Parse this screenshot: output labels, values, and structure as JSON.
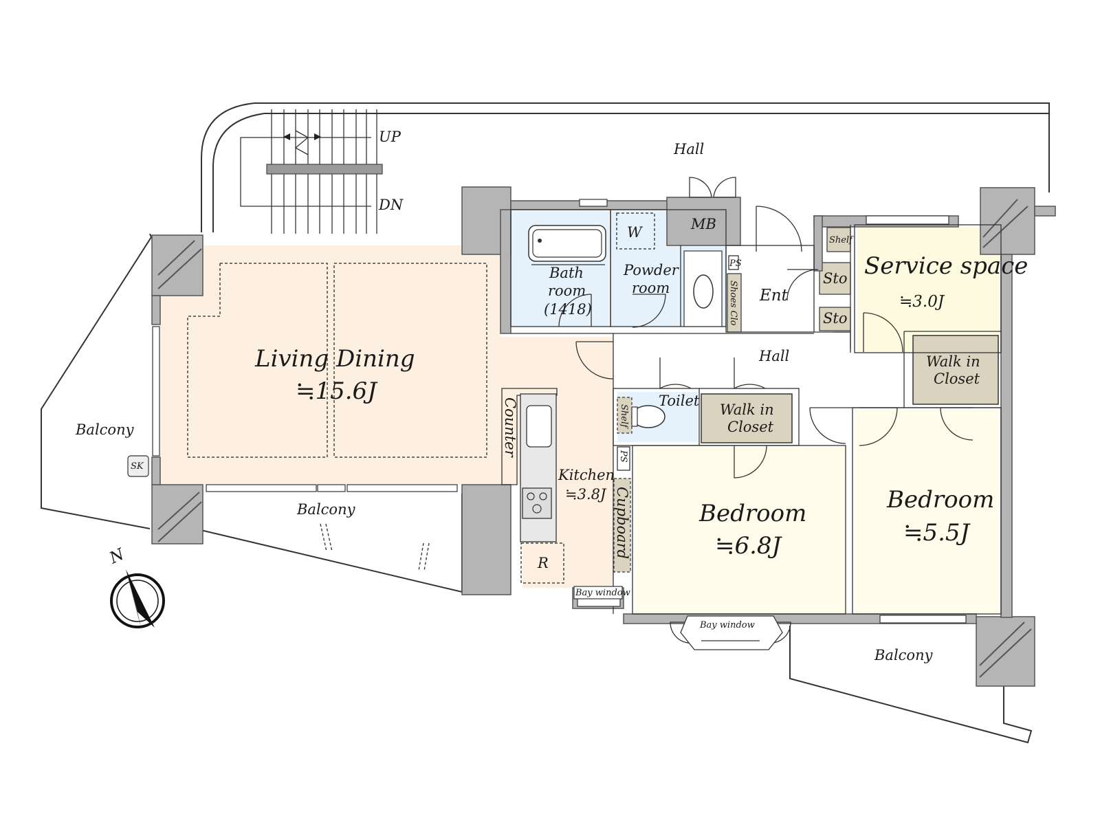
{
  "labels": {
    "up": "UP",
    "dn": "DN",
    "hall_top": "Hall",
    "mb": "MB",
    "w": "W",
    "ps_top": "PS",
    "bath_line1": "Bath",
    "bath_line2": "room",
    "bath_line3": "(1418)",
    "powder_line1": "Powder",
    "powder_line2": "room",
    "shoes": "Shoes Clo",
    "ent": "Ent",
    "shelf": "Shelf",
    "sto_1": "Sto",
    "sto_2": "Sto",
    "service_name": "Service space",
    "service_area": "≒3.0J",
    "living_name": "Living Dining",
    "living_area": "≒15.6J",
    "hall_mid": "Hall",
    "wic_right_line1": "Walk in",
    "wic_right_line2": "Closet",
    "toilet": "Toilet",
    "wic_mid_line1": "Walk in",
    "wic_mid_line2": "Closet",
    "counter": "Counter",
    "shelf_toilet": "Shelf",
    "ps_mid": "PS",
    "kitchen_name": "Kitchen",
    "kitchen_area": "≒3.8J",
    "cupboard": "Cupboard",
    "r": "R",
    "bay_window_kitchen": "Bay window",
    "bedroom1_name": "Bedroom",
    "bedroom1_area": "≒6.8J",
    "bedroom2_name": "Bedroom",
    "bedroom2_area": "≒5.5J",
    "bay_window_bed": "Bay window",
    "balcony_west": "Balcony",
    "balcony_south": "Balcony",
    "balcony_east": "Balcony",
    "sk": "SK",
    "north": "N"
  },
  "colors": {
    "living_dining": "#fdf0e1",
    "wet_area": "#e6f2fb",
    "bedroom": "#fffcec",
    "service_space": "#fdfbdf",
    "closet": "#d9d3bf",
    "wall": "#b5b5b5"
  }
}
